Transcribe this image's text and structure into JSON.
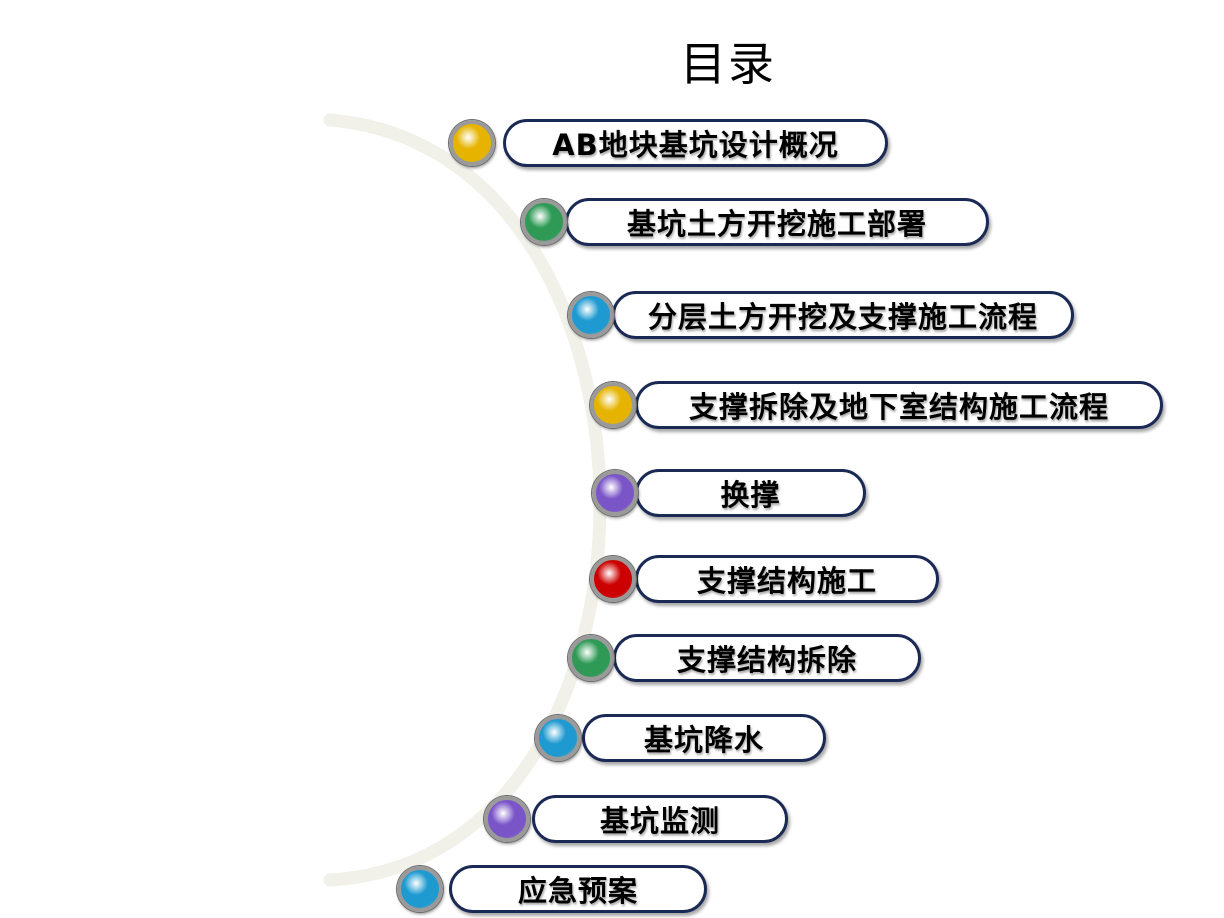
{
  "page": {
    "title": "目录"
  },
  "toc": {
    "items": [
      {
        "label": "AB地块基坑设计概况",
        "bullet_color": "#e6b400",
        "bullet_name": "yellow-bullet-icon"
      },
      {
        "label": "基坑土方开挖施工部署",
        "bullet_color": "#2e9a55",
        "bullet_name": "green-bullet-icon"
      },
      {
        "label": "分层土方开挖及支撑施工流程",
        "bullet_color": "#1e9ad0",
        "bullet_name": "blue-bullet-icon"
      },
      {
        "label": "支撑拆除及地下室结构施工流程",
        "bullet_color": "#e6b400",
        "bullet_name": "yellow-bullet-icon"
      },
      {
        "label": "换撑",
        "bullet_color": "#7a55c8",
        "bullet_name": "purple-bullet-icon"
      },
      {
        "label": "支撑结构施工",
        "bullet_color": "#cc0000",
        "bullet_name": "red-bullet-icon"
      },
      {
        "label": "支撑结构拆除",
        "bullet_color": "#2e9a55",
        "bullet_name": "green-bullet-icon"
      },
      {
        "label": "基坑降水",
        "bullet_color": "#1e9ad0",
        "bullet_name": "blue-bullet-icon"
      },
      {
        "label": "基坑监测",
        "bullet_color": "#7a55c8",
        "bullet_name": "purple-bullet-icon"
      },
      {
        "label": "应急预案",
        "bullet_color": "#1e9ad0",
        "bullet_name": "blue-bullet-icon"
      }
    ]
  }
}
